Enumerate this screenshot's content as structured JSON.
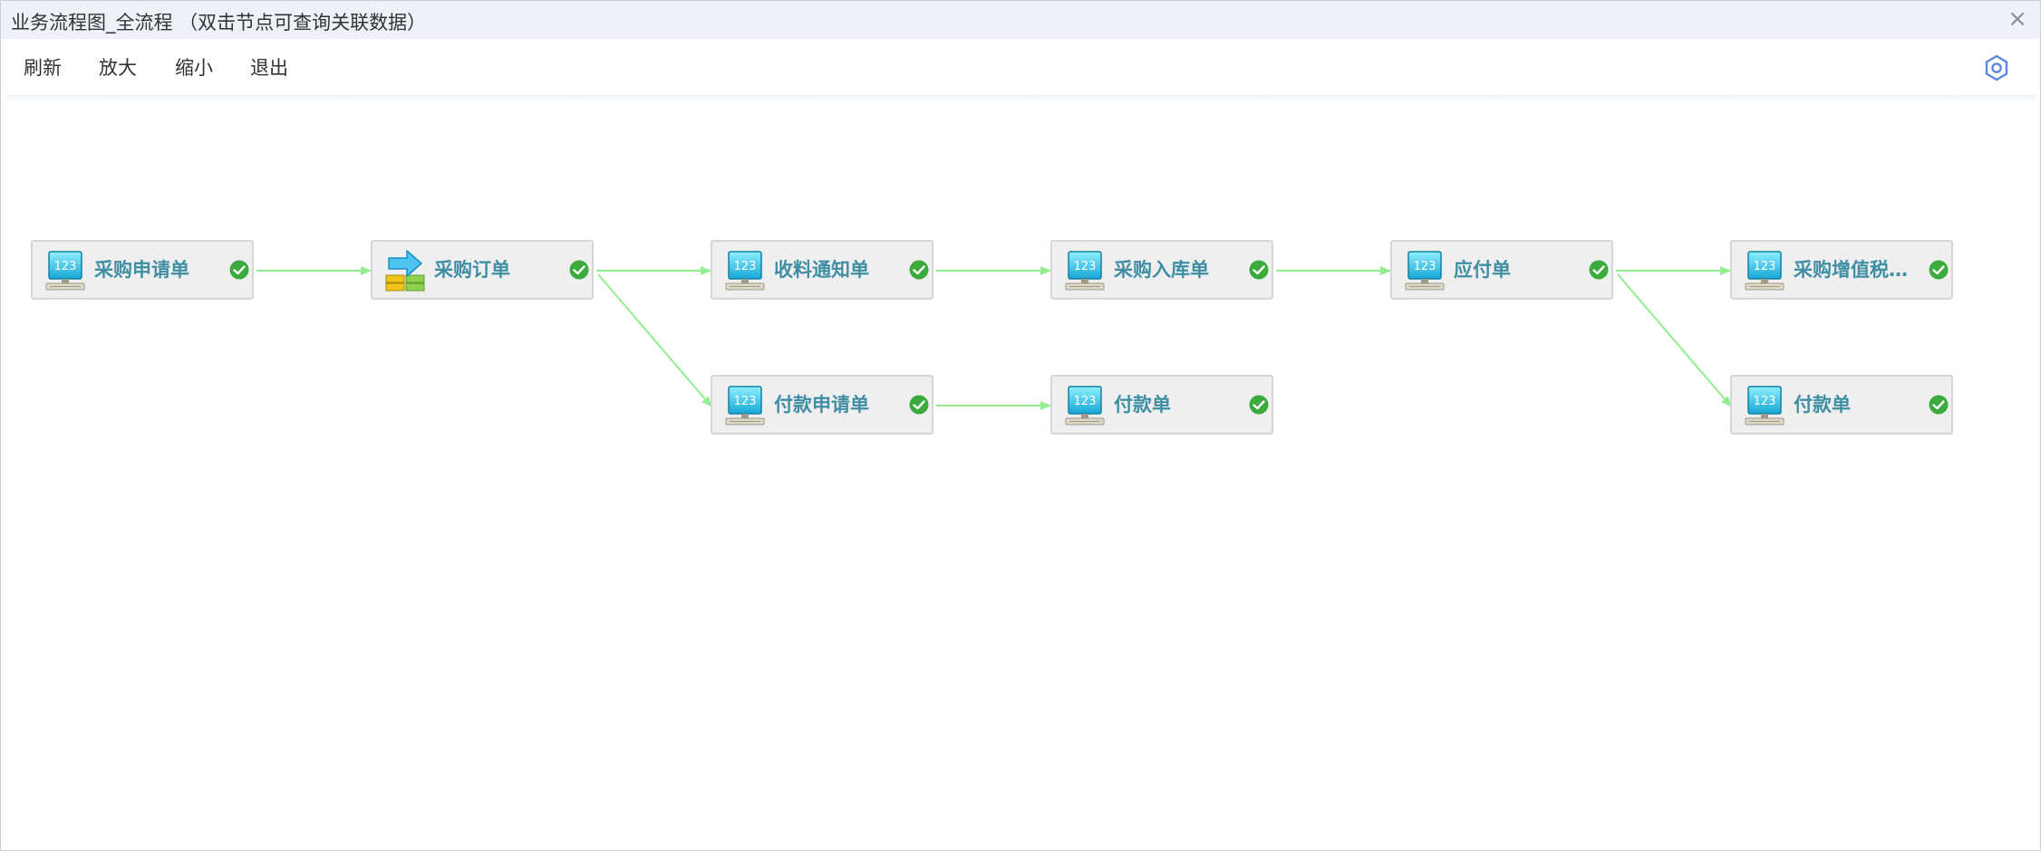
{
  "window": {
    "title": "业务流程图_全流程  （双击节点可查询关联数据）",
    "close_glyph": "×"
  },
  "toolbar": {
    "refresh": "刷新",
    "zoom_in": "放大",
    "zoom_out": "缩小",
    "exit": "退出",
    "settings_icon": "gear-icon"
  },
  "colors": {
    "node_text": "#3f8ea3",
    "edge": "#90ee90",
    "check": "#3caa3c"
  },
  "flow": {
    "nodes": [
      {
        "label": "采购申请单",
        "icon": "document-icon",
        "status": "completed"
      },
      {
        "label": "采购订单",
        "icon": "order-transfer-icon",
        "status": "completed"
      },
      {
        "label": "收料通知单",
        "icon": "document-icon",
        "status": "completed"
      },
      {
        "label": "采购入库单",
        "icon": "document-icon",
        "status": "completed"
      },
      {
        "label": "应付单",
        "icon": "document-icon",
        "status": "completed"
      },
      {
        "label": "采购增值税专...",
        "icon": "document-icon",
        "status": "completed"
      },
      {
        "label": "付款申请单",
        "icon": "document-icon",
        "status": "completed"
      },
      {
        "label": "付款单",
        "icon": "document-icon",
        "status": "completed"
      },
      {
        "label": "付款单",
        "icon": "document-icon",
        "status": "completed"
      }
    ],
    "edges": [
      {
        "from": "采购申请单",
        "to": "采购订单"
      },
      {
        "from": "采购订单",
        "to": "收料通知单"
      },
      {
        "from": "采购订单",
        "to": "付款申请单"
      },
      {
        "from": "收料通知单",
        "to": "采购入库单"
      },
      {
        "from": "采购入库单",
        "to": "应付单"
      },
      {
        "from": "应付单",
        "to": "采购增值税专..."
      },
      {
        "from": "应付单",
        "to": "付款单"
      },
      {
        "from": "付款申请单",
        "to": "付款单"
      }
    ]
  }
}
